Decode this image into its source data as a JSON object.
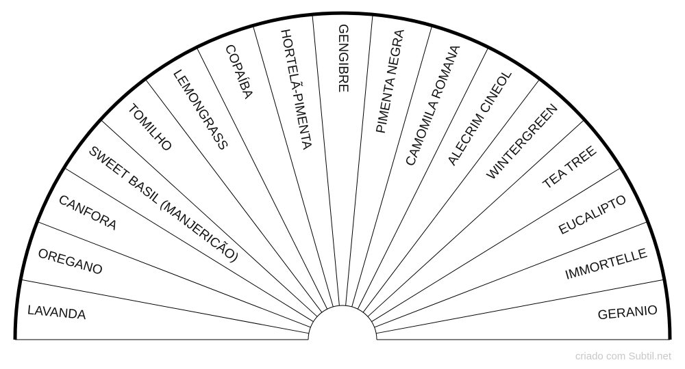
{
  "chart": {
    "segments": [
      "LAVANDA",
      "OREGANO",
      "CANFORA",
      "SWEET BASIL (MANJERICÃO)",
      "TOMILHO",
      "LEMONGRASS",
      "COPAÍBA",
      "HORTELÃ-PIMENTA",
      "GENGIBRE",
      "PIMENTA NEGRA",
      "CAMOMILA ROMANA",
      "ALECRIM CINEOL",
      "WINTERGREEN",
      "TEA TREE",
      "EUCALIPTO",
      "IMMORTELLE",
      "GERANIO"
    ],
    "colors": {
      "line": "#000000",
      "background": "#ffffff",
      "watermark": "#c8c8c8"
    }
  },
  "footer": {
    "credit": "criado com Subtil.net"
  }
}
